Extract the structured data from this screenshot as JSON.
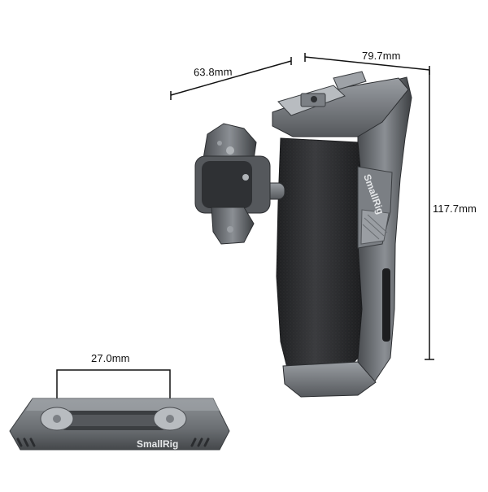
{
  "dimensions": {
    "width": "79.7mm",
    "depth": "63.8mm",
    "height": "117.7mm",
    "plate_spacing": "27.0mm"
  },
  "brand": {
    "grip_logo": "SmallRig",
    "plate_logo": "SmallRig"
  },
  "colors": {
    "background": "#ffffff",
    "metal_dark": "#3a3d40",
    "metal_mid": "#6b6f73",
    "metal_light": "#a9adb1",
    "foam": "#2a2b2d",
    "dimension_line": "#111111"
  }
}
